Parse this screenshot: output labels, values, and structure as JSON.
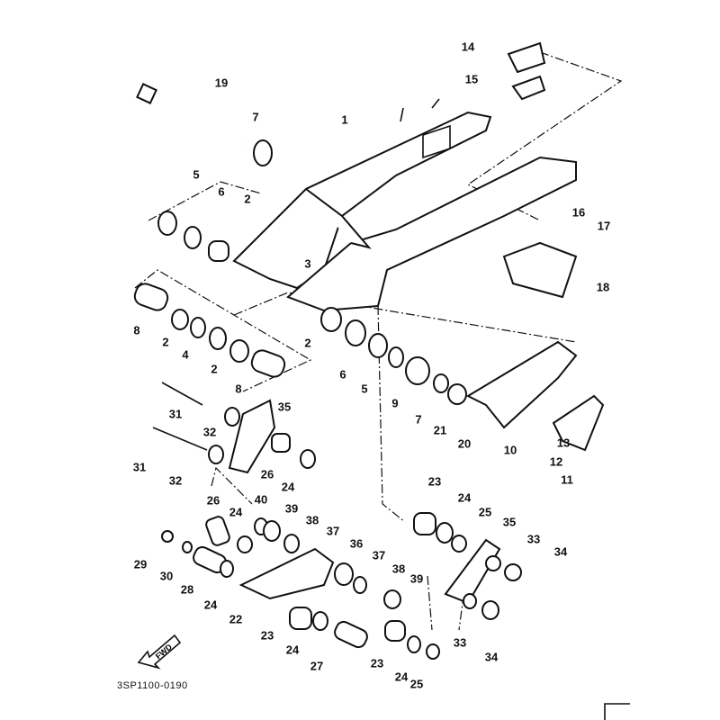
{
  "diagram": {
    "part_code": "3SP1100-0190",
    "fwd_label": "FWD",
    "callouts": [
      "14",
      "15",
      "19",
      "7",
      "1",
      "5",
      "6",
      "2",
      "16",
      "17",
      "3",
      "18",
      "8",
      "2",
      "4",
      "2",
      "8",
      "2",
      "6",
      "5",
      "9",
      "7",
      "21",
      "20",
      "10",
      "13",
      "12",
      "11",
      "35",
      "31",
      "32",
      "31",
      "32",
      "26",
      "24",
      "23",
      "24",
      "25",
      "35",
      "33",
      "34",
      "26",
      "40",
      "24",
      "39",
      "38",
      "37",
      "36",
      "37",
      "38",
      "39",
      "29",
      "30",
      "28",
      "24",
      "22",
      "23",
      "24",
      "27",
      "23",
      "24",
      "25",
      "33",
      "34"
    ]
  }
}
